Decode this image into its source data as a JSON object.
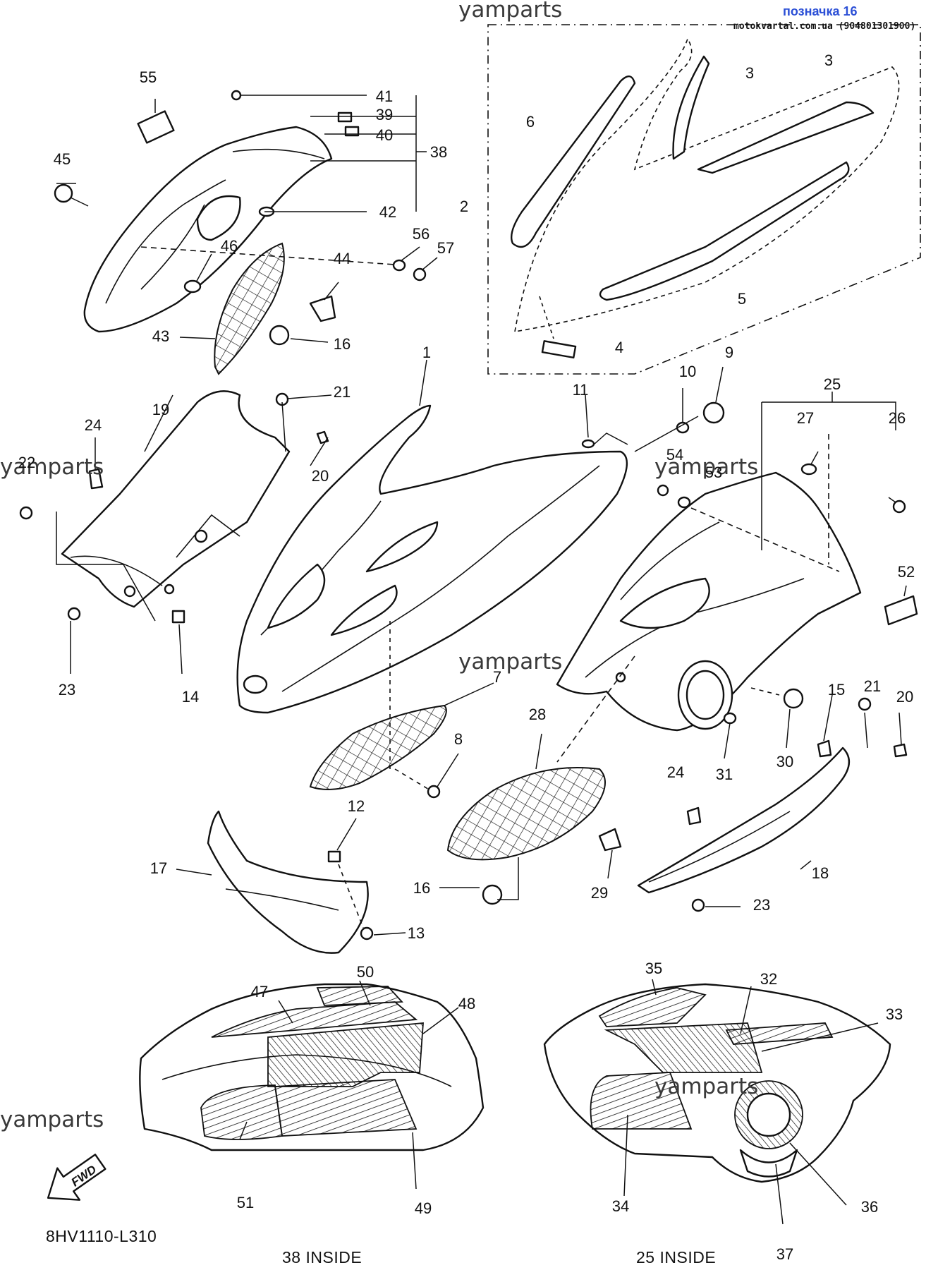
{
  "watermark": "yamparts",
  "header": {
    "tag": "позначка 16",
    "source": "motokvartal.com.ua (904801301900)"
  },
  "diagram_code": "8HV1110-L310",
  "fwd_label": "FWD",
  "insets": {
    "left": "38 INSIDE",
    "right": "25 INSIDE"
  },
  "callouts": [
    {
      "id": "c55",
      "text": "55"
    },
    {
      "id": "c45",
      "text": "45"
    },
    {
      "id": "c41",
      "text": "41"
    },
    {
      "id": "c39",
      "text": "39"
    },
    {
      "id": "c40",
      "text": "40"
    },
    {
      "id": "c38",
      "text": "38"
    },
    {
      "id": "c42",
      "text": "42"
    },
    {
      "id": "c46",
      "text": "46"
    },
    {
      "id": "c56",
      "text": "56"
    },
    {
      "id": "c57",
      "text": "57"
    },
    {
      "id": "c44",
      "text": "44"
    },
    {
      "id": "c43",
      "text": "43"
    },
    {
      "id": "c16a",
      "text": "16"
    },
    {
      "id": "c2",
      "text": "2"
    },
    {
      "id": "c6",
      "text": "6"
    },
    {
      "id": "c3a",
      "text": "3"
    },
    {
      "id": "c3b",
      "text": "3"
    },
    {
      "id": "c5",
      "text": "5"
    },
    {
      "id": "c4",
      "text": "4"
    },
    {
      "id": "c1",
      "text": "1"
    },
    {
      "id": "c11",
      "text": "11"
    },
    {
      "id": "c10",
      "text": "10"
    },
    {
      "id": "c9",
      "text": "9"
    },
    {
      "id": "c25",
      "text": "25"
    },
    {
      "id": "c27",
      "text": "27"
    },
    {
      "id": "c26",
      "text": "26"
    },
    {
      "id": "c54",
      "text": "54"
    },
    {
      "id": "c53",
      "text": "53"
    },
    {
      "id": "c52",
      "text": "52"
    },
    {
      "id": "c19",
      "text": "19"
    },
    {
      "id": "c21a",
      "text": "21"
    },
    {
      "id": "c24a",
      "text": "24"
    },
    {
      "id": "c22",
      "text": "22"
    },
    {
      "id": "c20a",
      "text": "20"
    },
    {
      "id": "c23a",
      "text": "23"
    },
    {
      "id": "c14",
      "text": "14"
    },
    {
      "id": "c7",
      "text": "7"
    },
    {
      "id": "c8",
      "text": "8"
    },
    {
      "id": "c28",
      "text": "28"
    },
    {
      "id": "c21b",
      "text": "21"
    },
    {
      "id": "c15",
      "text": "15"
    },
    {
      "id": "c20b",
      "text": "20"
    },
    {
      "id": "c31",
      "text": "31"
    },
    {
      "id": "c30",
      "text": "30"
    },
    {
      "id": "c24b",
      "text": "24"
    },
    {
      "id": "c12",
      "text": "12"
    },
    {
      "id": "c17",
      "text": "17"
    },
    {
      "id": "c16b",
      "text": "16"
    },
    {
      "id": "c13",
      "text": "13"
    },
    {
      "id": "c29",
      "text": "29"
    },
    {
      "id": "c18",
      "text": "18"
    },
    {
      "id": "c23b",
      "text": "23"
    },
    {
      "id": "c47",
      "text": "47"
    },
    {
      "id": "c50",
      "text": "50"
    },
    {
      "id": "c48",
      "text": "48"
    },
    {
      "id": "c51",
      "text": "51"
    },
    {
      "id": "c49",
      "text": "49"
    },
    {
      "id": "c35",
      "text": "35"
    },
    {
      "id": "c32",
      "text": "32"
    },
    {
      "id": "c33",
      "text": "33"
    },
    {
      "id": "c34",
      "text": "34"
    },
    {
      "id": "c36",
      "text": "36"
    },
    {
      "id": "c37",
      "text": "37"
    }
  ]
}
